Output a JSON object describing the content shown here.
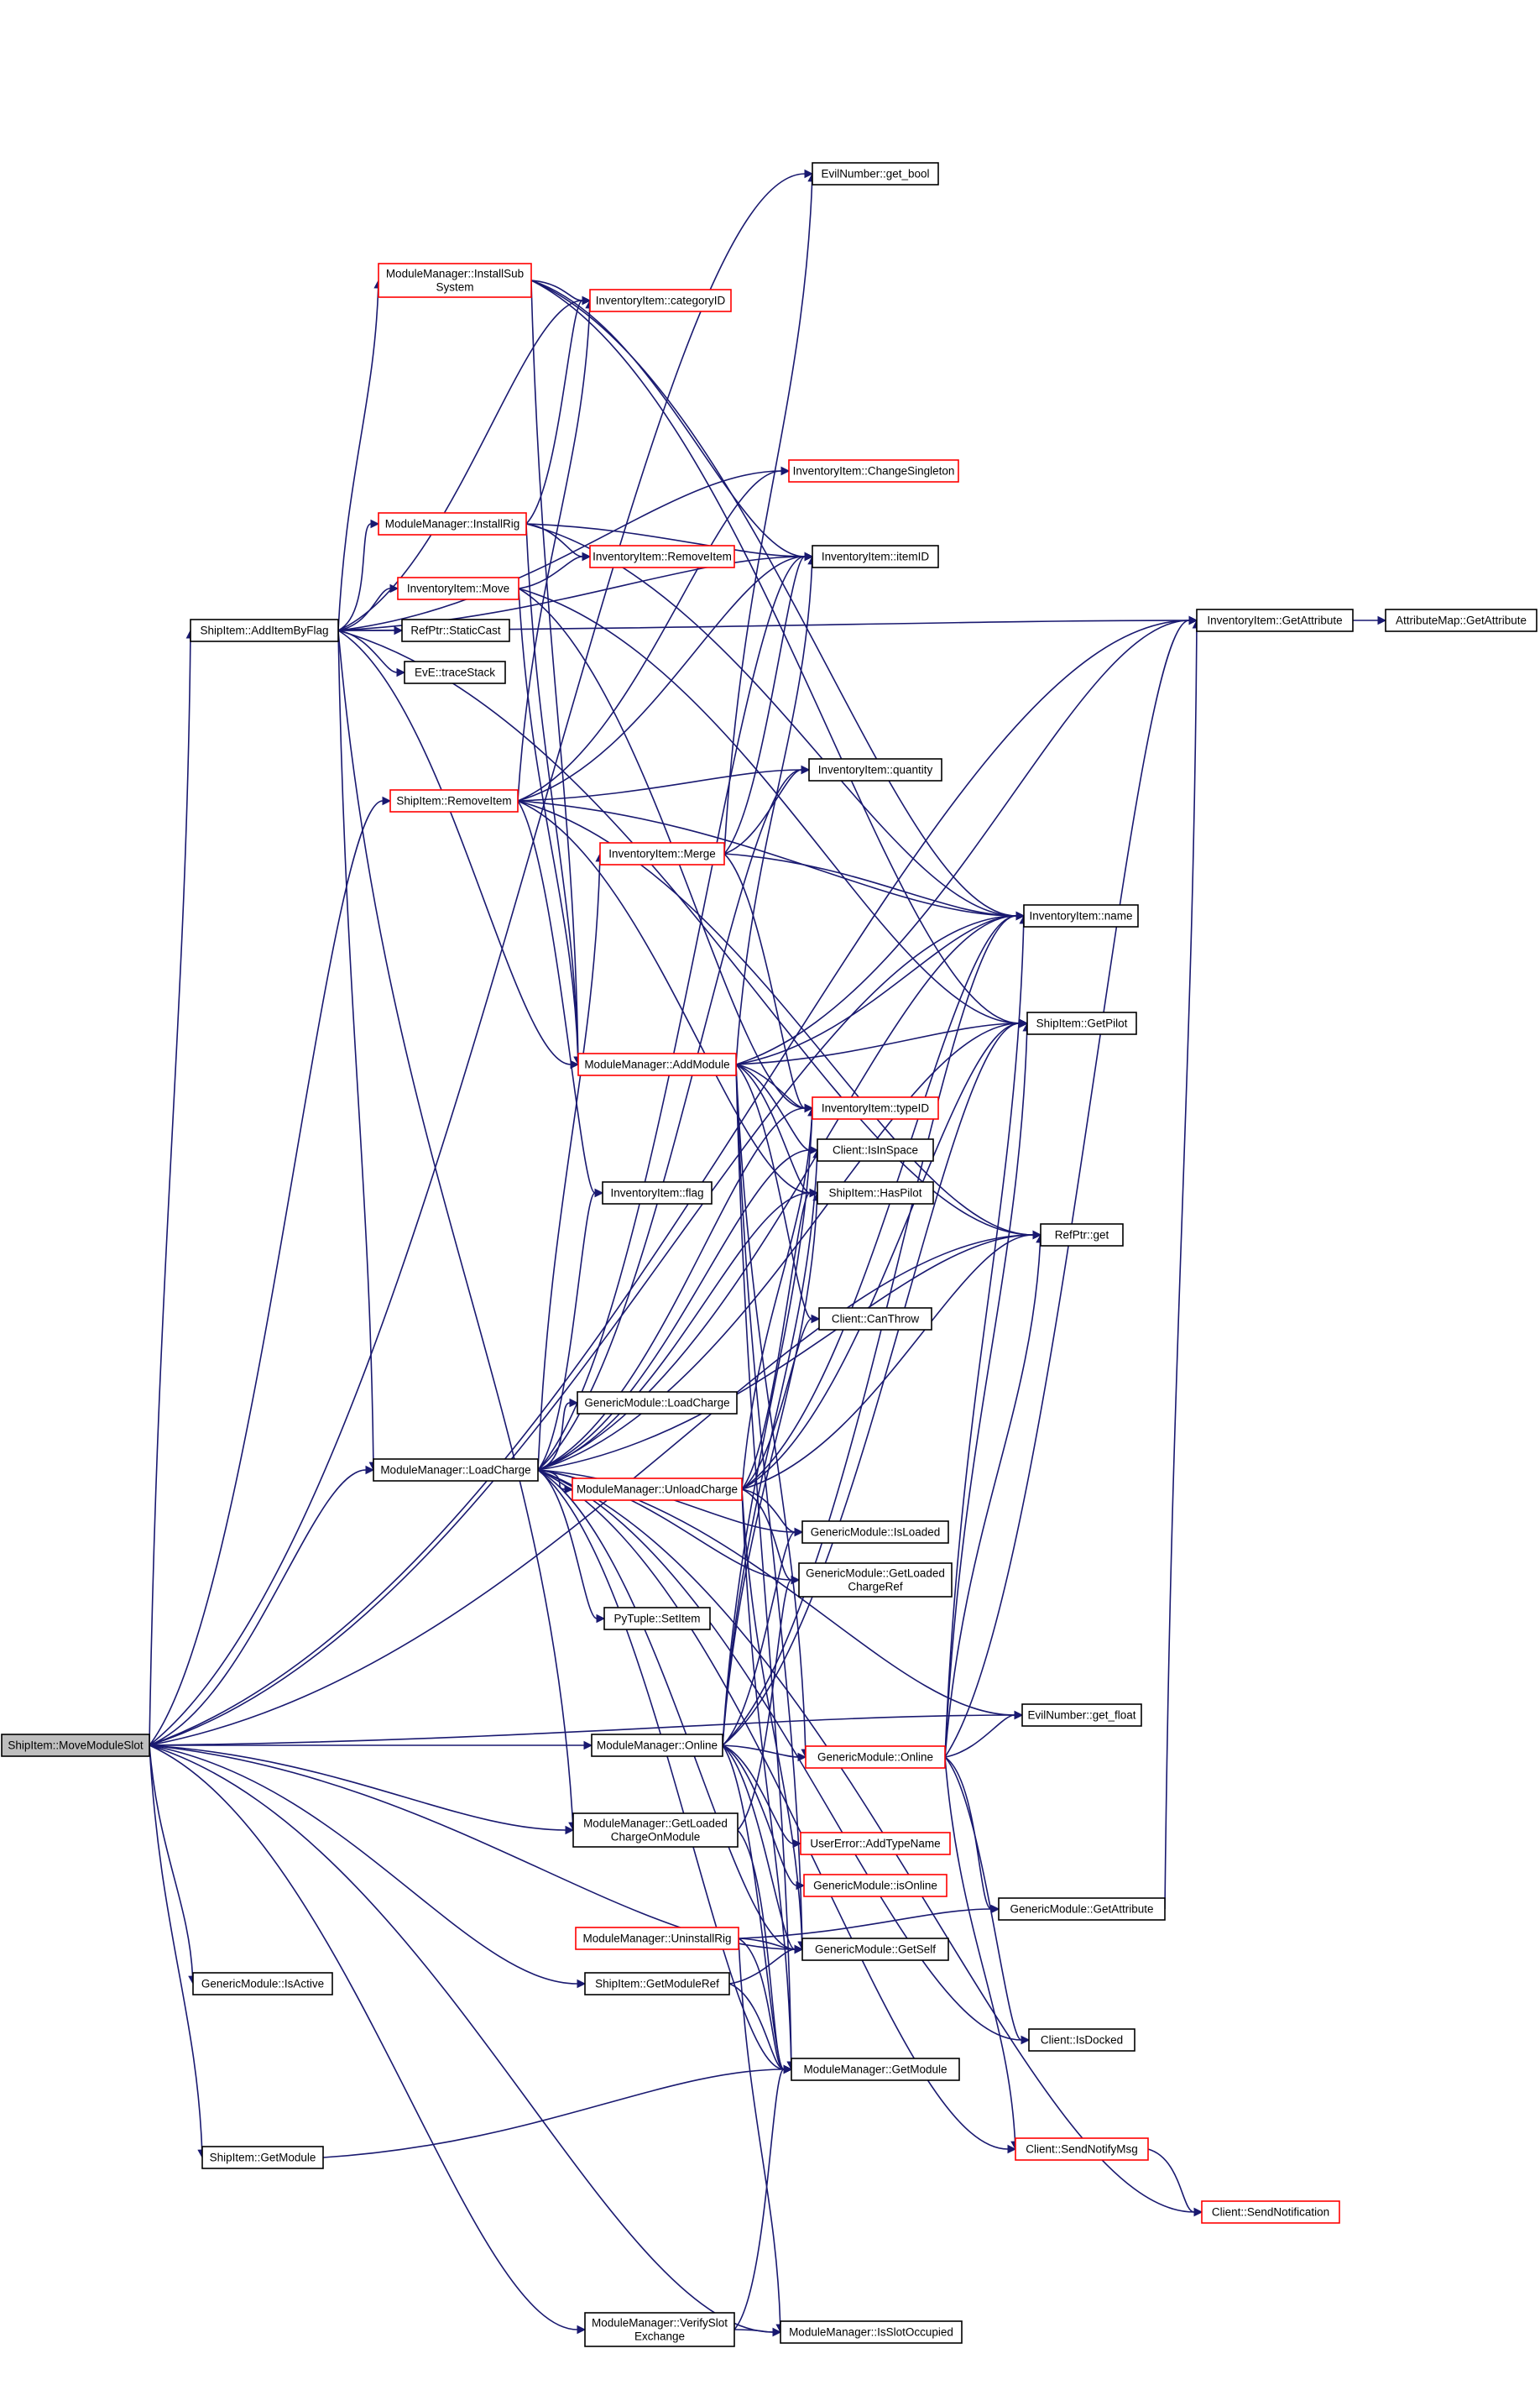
{
  "graph": {
    "colors": {
      "edge": "#191970",
      "node_border": "#000000",
      "node_border_red": "#ff0000",
      "root_fill": "#bfbfbf"
    },
    "nodes": [
      {
        "id": "n_root",
        "lines": [
          "ShipItem::MoveModuleSlot"
        ],
        "red": false,
        "root": true,
        "interactable": true
      },
      {
        "id": "n_get_bool",
        "lines": [
          "EvilNumber::get_bool"
        ],
        "red": false,
        "interactable": true
      },
      {
        "id": "n_installsub",
        "lines": [
          "ModuleManager::InstallSub",
          "System"
        ],
        "red": true,
        "interactable": true
      },
      {
        "id": "n_categoryid",
        "lines": [
          "InventoryItem::categoryID"
        ],
        "red": true,
        "interactable": true
      },
      {
        "id": "n_changesingleton",
        "lines": [
          "InventoryItem::ChangeSingleton"
        ],
        "red": true,
        "interactable": true
      },
      {
        "id": "n_installrig",
        "lines": [
          "ModuleManager::InstallRig"
        ],
        "red": true,
        "interactable": true
      },
      {
        "id": "n_removeitem_inv",
        "lines": [
          "InventoryItem::RemoveItem"
        ],
        "red": true,
        "interactable": true
      },
      {
        "id": "n_itemid",
        "lines": [
          "InventoryItem::itemID"
        ],
        "red": false,
        "interactable": true
      },
      {
        "id": "n_move",
        "lines": [
          "InventoryItem::Move"
        ],
        "red": true,
        "interactable": true
      },
      {
        "id": "n_additembyflag",
        "lines": [
          "ShipItem::AddItemByFlag"
        ],
        "red": false,
        "interactable": true
      },
      {
        "id": "n_staticcast",
        "lines": [
          "RefPtr::StaticCast"
        ],
        "red": false,
        "interactable": true
      },
      {
        "id": "n_tracestack",
        "lines": [
          "EvE::traceStack"
        ],
        "red": false,
        "interactable": true
      },
      {
        "id": "n_getattribute_inv",
        "lines": [
          "InventoryItem::GetAttribute"
        ],
        "red": false,
        "interactable": true
      },
      {
        "id": "n_attrmap_getattr",
        "lines": [
          "AttributeMap::GetAttribute"
        ],
        "red": false,
        "interactable": true
      },
      {
        "id": "n_removeitem_ship",
        "lines": [
          "ShipItem::RemoveItem"
        ],
        "red": true,
        "interactable": true
      },
      {
        "id": "n_quantity",
        "lines": [
          "InventoryItem::quantity"
        ],
        "red": false,
        "interactable": true
      },
      {
        "id": "n_merge",
        "lines": [
          "InventoryItem::Merge"
        ],
        "red": true,
        "interactable": true
      },
      {
        "id": "n_name",
        "lines": [
          "InventoryItem::name"
        ],
        "red": false,
        "interactable": true
      },
      {
        "id": "n_getpilot",
        "lines": [
          "ShipItem::GetPilot"
        ],
        "red": false,
        "interactable": true
      },
      {
        "id": "n_addmodule",
        "lines": [
          "ModuleManager::AddModule"
        ],
        "red": true,
        "interactable": true
      },
      {
        "id": "n_typeid",
        "lines": [
          "InventoryItem::typeID"
        ],
        "red": true,
        "interactable": true
      },
      {
        "id": "n_isinspace",
        "lines": [
          "Client::IsInSpace"
        ],
        "red": false,
        "interactable": true
      },
      {
        "id": "n_flag",
        "lines": [
          "InventoryItem::flag"
        ],
        "red": false,
        "interactable": true
      },
      {
        "id": "n_haspilot",
        "lines": [
          "ShipItem::HasPilot"
        ],
        "red": false,
        "interactable": true
      },
      {
        "id": "n_refptr_get",
        "lines": [
          "RefPtr::get"
        ],
        "red": false,
        "interactable": true
      },
      {
        "id": "n_canthrow",
        "lines": [
          "Client::CanThrow"
        ],
        "red": false,
        "interactable": true
      },
      {
        "id": "n_gm_loadcharge",
        "lines": [
          "GenericModule::LoadCharge"
        ],
        "red": false,
        "interactable": true
      },
      {
        "id": "n_mm_loadcharge",
        "lines": [
          "ModuleManager::LoadCharge"
        ],
        "red": false,
        "interactable": true
      },
      {
        "id": "n_unloadcharge",
        "lines": [
          "ModuleManager::UnloadCharge"
        ],
        "red": true,
        "interactable": true
      },
      {
        "id": "n_isloaded",
        "lines": [
          "GenericModule::IsLoaded"
        ],
        "red": false,
        "interactable": true
      },
      {
        "id": "n_getloadedchargeref",
        "lines": [
          "GenericModule::GetLoaded",
          "ChargeRef"
        ],
        "red": false,
        "interactable": true
      },
      {
        "id": "n_settitem",
        "lines": [
          "PyTuple::SetItem"
        ],
        "red": false,
        "interactable": true
      },
      {
        "id": "n_get_float",
        "lines": [
          "EvilNumber::get_float"
        ],
        "red": false,
        "interactable": true
      },
      {
        "id": "n_mm_online",
        "lines": [
          "ModuleManager::Online"
        ],
        "red": false,
        "interactable": true
      },
      {
        "id": "n_gm_online",
        "lines": [
          "GenericModule::Online"
        ],
        "red": true,
        "interactable": true
      },
      {
        "id": "n_getloadedchargeonmodule",
        "lines": [
          "ModuleManager::GetLoaded",
          "ChargeOnModule"
        ],
        "red": false,
        "interactable": true
      },
      {
        "id": "n_addtypename",
        "lines": [
          "UserError::AddTypeName"
        ],
        "red": true,
        "interactable": true
      },
      {
        "id": "n_isonline",
        "lines": [
          "GenericModule::isOnline"
        ],
        "red": true,
        "interactable": true
      },
      {
        "id": "n_gm_getattribute",
        "lines": [
          "GenericModule::GetAttribute"
        ],
        "red": false,
        "interactable": true
      },
      {
        "id": "n_uninstallrig",
        "lines": [
          "ModuleManager::UninstallRig"
        ],
        "red": true,
        "interactable": true
      },
      {
        "id": "n_getself",
        "lines": [
          "GenericModule::GetSelf"
        ],
        "red": false,
        "interactable": true
      },
      {
        "id": "n_isactive",
        "lines": [
          "GenericModule::IsActive"
        ],
        "red": false,
        "interactable": true
      },
      {
        "id": "n_getmoduleref",
        "lines": [
          "ShipItem::GetModuleRef"
        ],
        "red": false,
        "interactable": true
      },
      {
        "id": "n_isdocked",
        "lines": [
          "Client::IsDocked"
        ],
        "red": false,
        "interactable": true
      },
      {
        "id": "n_mm_getmodule",
        "lines": [
          "ModuleManager::GetModule"
        ],
        "red": false,
        "interactable": true
      },
      {
        "id": "n_ship_getmodule",
        "lines": [
          "ShipItem::GetModule"
        ],
        "red": false,
        "interactable": true
      },
      {
        "id": "n_sendnotifymsg",
        "lines": [
          "Client::SendNotifyMsg"
        ],
        "red": true,
        "interactable": true
      },
      {
        "id": "n_sendnotification",
        "lines": [
          "Client::SendNotification"
        ],
        "red": true,
        "interactable": true
      },
      {
        "id": "n_verifyslot",
        "lines": [
          "ModuleManager::VerifySlot",
          "Exchange"
        ],
        "red": false,
        "interactable": true
      },
      {
        "id": "n_isslotoccupied",
        "lines": [
          "ModuleManager::IsSlotOccupied"
        ],
        "red": false,
        "interactable": true
      }
    ],
    "edges": [
      [
        "n_root",
        "n_additembyflag"
      ],
      [
        "n_root",
        "n_get_bool"
      ],
      [
        "n_root",
        "n_name"
      ],
      [
        "n_root",
        "n_getattribute_inv"
      ],
      [
        "n_root",
        "n_removeitem_ship"
      ],
      [
        "n_root",
        "n_mm_loadcharge"
      ],
      [
        "n_root",
        "n_refptr_get"
      ],
      [
        "n_root",
        "n_mm_online"
      ],
      [
        "n_root",
        "n_getloadedchargeonmodule"
      ],
      [
        "n_root",
        "n_getself"
      ],
      [
        "n_root",
        "n_isactive"
      ],
      [
        "n_root",
        "n_getmoduleref"
      ],
      [
        "n_root",
        "n_ship_getmodule"
      ],
      [
        "n_root",
        "n_verifyslot"
      ],
      [
        "n_root",
        "n_isslotoccupied"
      ],
      [
        "n_root",
        "n_get_float"
      ],
      [
        "n_additembyflag",
        "n_installsub"
      ],
      [
        "n_additembyflag",
        "n_installrig"
      ],
      [
        "n_additembyflag",
        "n_move"
      ],
      [
        "n_additembyflag",
        "n_staticcast"
      ],
      [
        "n_additembyflag",
        "n_tracestack"
      ],
      [
        "n_additembyflag",
        "n_categoryid"
      ],
      [
        "n_additembyflag",
        "n_itemid"
      ],
      [
        "n_additembyflag",
        "n_getattribute_inv"
      ],
      [
        "n_additembyflag",
        "n_changesingleton"
      ],
      [
        "n_additembyflag",
        "n_addmodule"
      ],
      [
        "n_additembyflag",
        "n_mm_loadcharge"
      ],
      [
        "n_additembyflag",
        "n_refptr_get"
      ],
      [
        "n_additembyflag",
        "n_getloadedchargeonmodule"
      ],
      [
        "n_installsub",
        "n_categoryid"
      ],
      [
        "n_installsub",
        "n_name"
      ],
      [
        "n_installsub",
        "n_itemid"
      ],
      [
        "n_installsub",
        "n_addmodule"
      ],
      [
        "n_installsub",
        "n_getpilot"
      ],
      [
        "n_installrig",
        "n_removeitem_inv"
      ],
      [
        "n_installrig",
        "n_itemid"
      ],
      [
        "n_installrig",
        "n_name"
      ],
      [
        "n_installrig",
        "n_addmodule"
      ],
      [
        "n_installrig",
        "n_categoryid"
      ],
      [
        "n_move",
        "n_removeitem_inv"
      ],
      [
        "n_move",
        "n_addmodule"
      ],
      [
        "n_move",
        "n_typeid"
      ],
      [
        "n_move",
        "n_getpilot"
      ],
      [
        "n_getattribute_inv",
        "n_attrmap_getattr"
      ],
      [
        "n_removeitem_ship",
        "n_categoryid"
      ],
      [
        "n_removeitem_ship",
        "n_itemid"
      ],
      [
        "n_removeitem_ship",
        "n_quantity"
      ],
      [
        "n_removeitem_ship",
        "n_changesingleton"
      ],
      [
        "n_removeitem_ship",
        "n_haspilot"
      ],
      [
        "n_removeitem_ship",
        "n_refptr_get"
      ],
      [
        "n_removeitem_ship",
        "n_name"
      ],
      [
        "n_removeitem_ship",
        "n_flag"
      ],
      [
        "n_merge",
        "n_get_bool"
      ],
      [
        "n_merge",
        "n_itemid"
      ],
      [
        "n_merge",
        "n_quantity"
      ],
      [
        "n_merge",
        "n_name"
      ],
      [
        "n_merge",
        "n_typeid"
      ],
      [
        "n_addmodule",
        "n_getattribute_inv"
      ],
      [
        "n_addmodule",
        "n_name"
      ],
      [
        "n_addmodule",
        "n_getpilot"
      ],
      [
        "n_addmodule",
        "n_typeid"
      ],
      [
        "n_addmodule",
        "n_isinspace"
      ],
      [
        "n_addmodule",
        "n_haspilot"
      ],
      [
        "n_addmodule",
        "n_canthrow"
      ],
      [
        "n_addmodule",
        "n_itemid"
      ],
      [
        "n_addmodule",
        "n_mm_getmodule"
      ],
      [
        "n_addmodule",
        "n_getself"
      ],
      [
        "n_addmodule",
        "n_gm_online"
      ],
      [
        "n_mm_loadcharge",
        "n_merge"
      ],
      [
        "n_mm_loadcharge",
        "n_gm_loadcharge"
      ],
      [
        "n_mm_loadcharge",
        "n_unloadcharge"
      ],
      [
        "n_mm_loadcharge",
        "n_isloaded"
      ],
      [
        "n_mm_loadcharge",
        "n_getloadedchargeref"
      ],
      [
        "n_mm_loadcharge",
        "n_settitem"
      ],
      [
        "n_mm_loadcharge",
        "n_get_float"
      ],
      [
        "n_mm_loadcharge",
        "n_flag"
      ],
      [
        "n_mm_loadcharge",
        "n_typeid"
      ],
      [
        "n_mm_loadcharge",
        "n_haspilot"
      ],
      [
        "n_mm_loadcharge",
        "n_isinspace"
      ],
      [
        "n_mm_loadcharge",
        "n_getpilot"
      ],
      [
        "n_mm_loadcharge",
        "n_name"
      ],
      [
        "n_mm_loadcharge",
        "n_refptr_get"
      ],
      [
        "n_mm_loadcharge",
        "n_mm_getmodule"
      ],
      [
        "n_mm_loadcharge",
        "n_getself"
      ],
      [
        "n_mm_loadcharge",
        "n_sendnotifymsg"
      ],
      [
        "n_mm_loadcharge",
        "n_sendnotification"
      ],
      [
        "n_mm_loadcharge",
        "n_isdocked"
      ],
      [
        "n_mm_loadcharge",
        "n_itemid"
      ],
      [
        "n_mm_loadcharge",
        "n_quantity"
      ],
      [
        "n_unloadcharge",
        "n_isloaded"
      ],
      [
        "n_unloadcharge",
        "n_getloadedchargeref"
      ],
      [
        "n_unloadcharge",
        "n_refptr_get"
      ],
      [
        "n_unloadcharge",
        "n_name"
      ],
      [
        "n_unloadcharge",
        "n_getpilot"
      ],
      [
        "n_unloadcharge",
        "n_haspilot"
      ],
      [
        "n_unloadcharge",
        "n_mm_getmodule"
      ],
      [
        "n_unloadcharge",
        "n_getself"
      ],
      [
        "n_unloadcharge",
        "n_typeid"
      ],
      [
        "n_unloadcharge",
        "n_canthrow"
      ],
      [
        "n_mm_online",
        "n_gm_online"
      ],
      [
        "n_mm_online",
        "n_addtypename"
      ],
      [
        "n_mm_online",
        "n_isonline"
      ],
      [
        "n_mm_online",
        "n_getself"
      ],
      [
        "n_mm_online",
        "n_mm_getmodule"
      ],
      [
        "n_mm_online",
        "n_name"
      ],
      [
        "n_mm_online",
        "n_getpilot"
      ],
      [
        "n_mm_online",
        "n_haspilot"
      ],
      [
        "n_mm_online",
        "n_isinspace"
      ],
      [
        "n_mm_online",
        "n_typeid"
      ],
      [
        "n_mm_online",
        "n_isloaded"
      ],
      [
        "n_gm_online",
        "n_get_float"
      ],
      [
        "n_gm_online",
        "n_getattribute_inv"
      ],
      [
        "n_gm_online",
        "n_gm_getattribute"
      ],
      [
        "n_gm_online",
        "n_isdocked"
      ],
      [
        "n_gm_online",
        "n_sendnotifymsg"
      ],
      [
        "n_gm_online",
        "n_name"
      ],
      [
        "n_gm_online",
        "n_getpilot"
      ],
      [
        "n_gm_online",
        "n_refptr_get"
      ],
      [
        "n_gm_getattribute",
        "n_getattribute_inv"
      ],
      [
        "n_getloadedchargeonmodule",
        "n_getloadedchargeref"
      ],
      [
        "n_getloadedchargeonmodule",
        "n_mm_getmodule"
      ],
      [
        "n_uninstallrig",
        "n_getself"
      ],
      [
        "n_uninstallrig",
        "n_gm_getattribute"
      ],
      [
        "n_uninstallrig",
        "n_mm_getmodule"
      ],
      [
        "n_uninstallrig",
        "n_isslotoccupied"
      ],
      [
        "n_getmoduleref",
        "n_getself"
      ],
      [
        "n_getmoduleref",
        "n_mm_getmodule"
      ],
      [
        "n_ship_getmodule",
        "n_mm_getmodule"
      ],
      [
        "n_sendnotifymsg",
        "n_sendnotification"
      ],
      [
        "n_verifyslot",
        "n_isslotoccupied"
      ],
      [
        "n_verifyslot",
        "n_mm_getmodule"
      ]
    ]
  }
}
